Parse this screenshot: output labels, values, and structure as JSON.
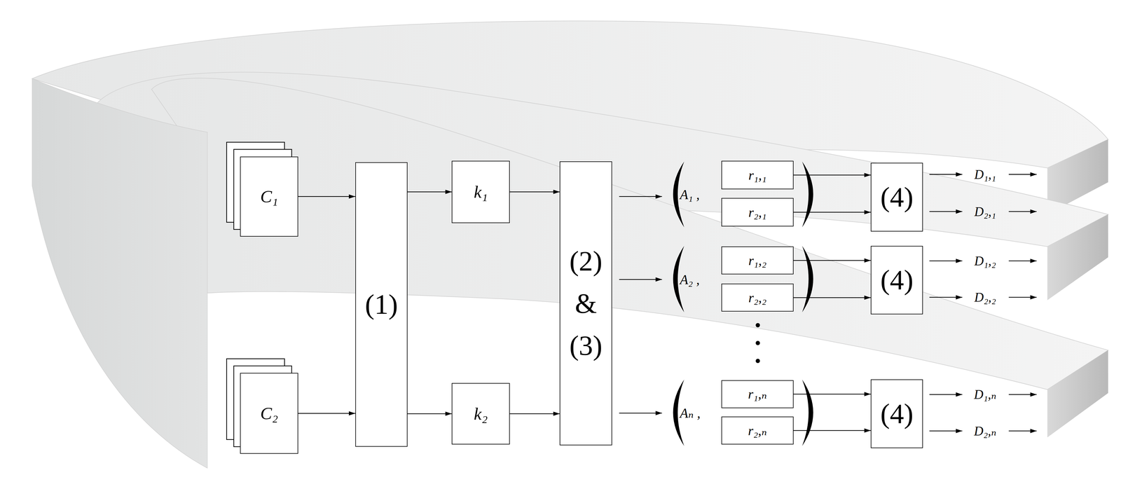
{
  "diagram": {
    "nodes": [
      {
        "text": [
          "C₁"
        ]
      },
      {
        "text": [
          "C₂"
        ]
      },
      {
        "text": [
          "(1)"
        ]
      },
      {
        "text": [
          "k₁"
        ]
      },
      {
        "text": [
          "k₂"
        ]
      },
      {
        "text": [
          "(2) & (3)"
        ]
      },
      {
        "text": [
          "r₁,₁"
        ]
      },
      {
        "text": [
          "r₂,₁"
        ]
      },
      {
        "text": [
          "r₁,₂"
        ]
      },
      {
        "text": [
          "r₂,₂"
        ]
      },
      {
        "text": [
          "r₁,ₙ"
        ]
      },
      {
        "text": [
          "r₂,ₙ"
        ]
      },
      {
        "text": [
          "(4)"
        ]
      },
      {
        "text": [
          "(4)"
        ]
      },
      {
        "text": [
          "(4)"
        ]
      }
    ],
    "edges": [
      {
        "from": 0,
        "to": 2,
        "arrow": "to"
      },
      {
        "from": 1,
        "to": 2,
        "arrow": "to"
      },
      {
        "from": 2,
        "to": 3,
        "arrow": "to"
      },
      {
        "from": 2,
        "to": 4,
        "arrow": "to"
      },
      {
        "from": 3,
        "to": 5,
        "arrow": "to"
      },
      {
        "from": 4,
        "to": 5,
        "arrow": "to"
      },
      {
        "from": 6,
        "to": 12,
        "arrow": "to"
      },
      {
        "from": 7,
        "to": 12,
        "arrow": "to"
      },
      {
        "from": 8,
        "to": 13,
        "arrow": "to"
      },
      {
        "from": 9,
        "to": 13,
        "arrow": "to"
      },
      {
        "from": 10,
        "to": 14,
        "arrow": "to"
      },
      {
        "from": 11,
        "to": 14,
        "arrow": "to"
      }
    ],
    "labels": [
      "A₁ ,",
      "A₂ ,",
      "Aₙ ,",
      "D₁,₁",
      "D₂,₁",
      "D₁,₂",
      "D₂,₂",
      "D₁,ₙ",
      "D₂,ₙ"
    ]
  }
}
